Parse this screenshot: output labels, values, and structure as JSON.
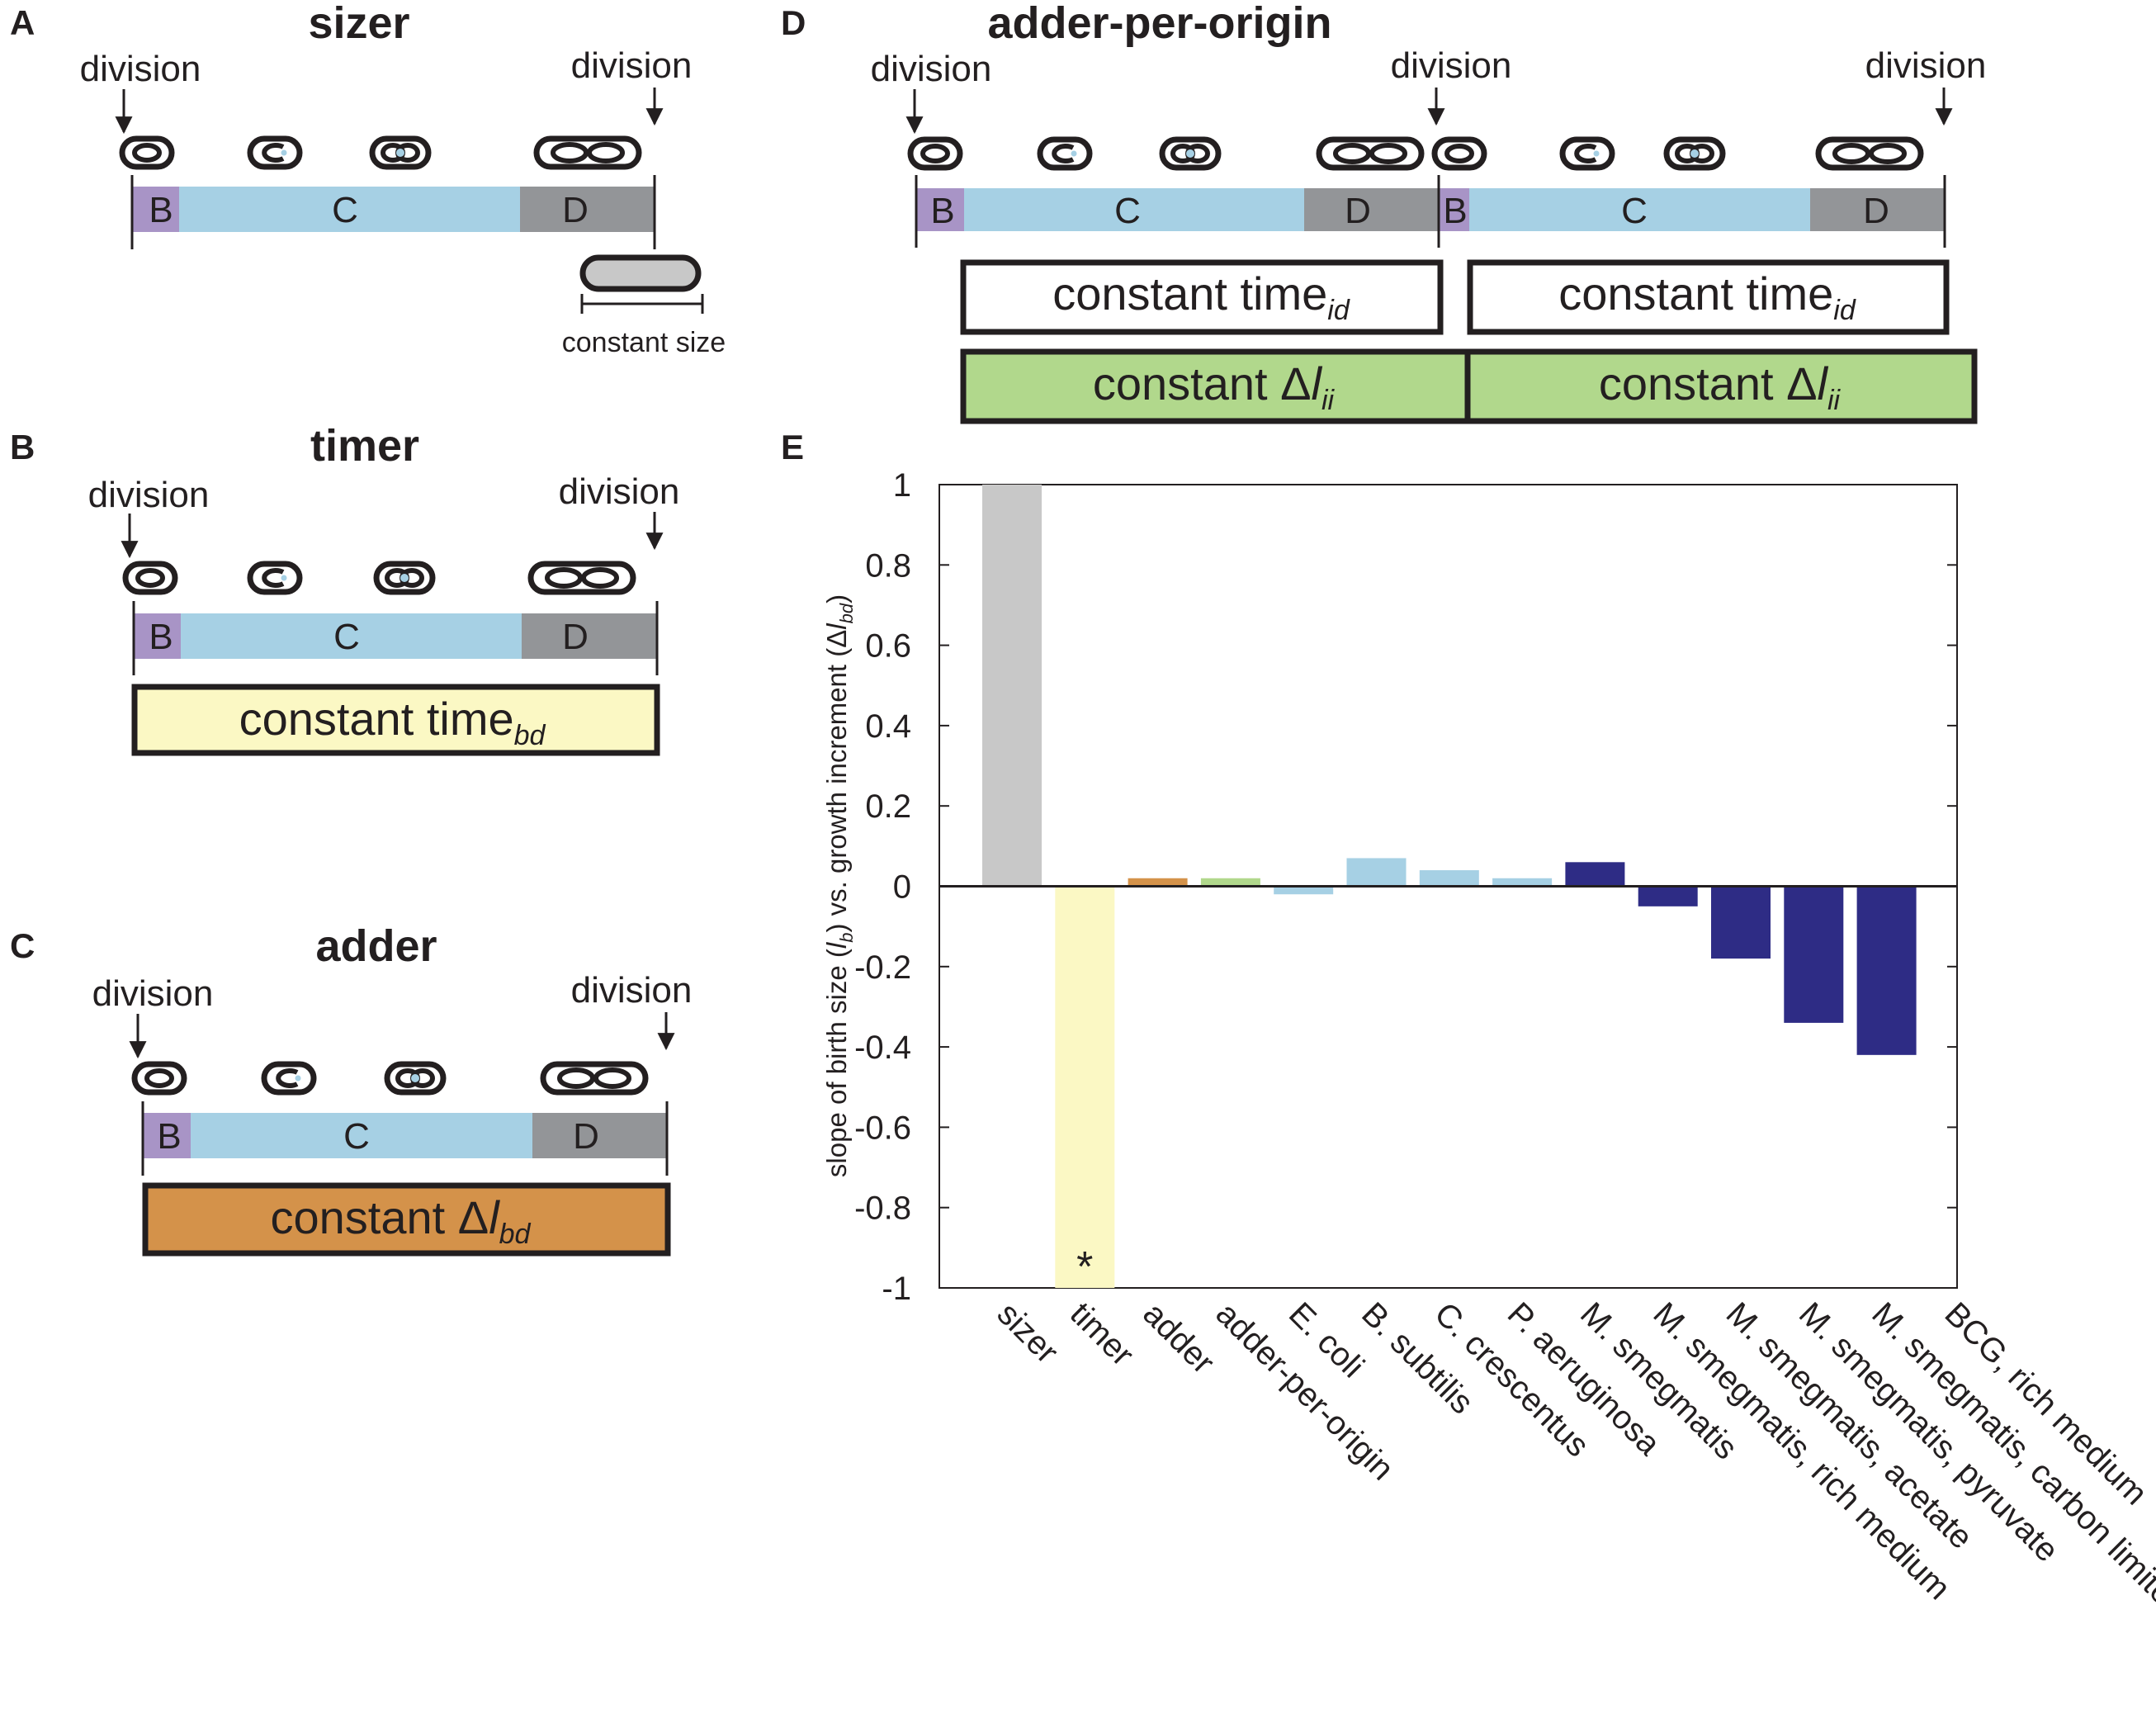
{
  "colors": {
    "B": "#a894c6",
    "C": "#a6d0e4",
    "D": "#939598",
    "timer_box": "#fbf8c4",
    "adder_box": "#d4924a",
    "origin_box": "#b1d88c",
    "sizer_bar": "#c8c8c8",
    "species_light": "#a6d0e4",
    "mycobacteria_dark": "#2e2c85",
    "outline": "#231f20"
  },
  "panels": {
    "A": {
      "letter": "A",
      "title": "sizer",
      "division_left": "division",
      "division_right": "division",
      "phase_B": "B",
      "phase_C": "C",
      "phase_D": "D",
      "caption": "constant size"
    },
    "B": {
      "letter": "B",
      "title": "timer",
      "division_left": "division",
      "division_right": "division",
      "phase_B": "B",
      "phase_C": "C",
      "phase_D": "D",
      "box_main": "constant time",
      "box_sub": "bd"
    },
    "C": {
      "letter": "C",
      "title": "adder",
      "division_left": "division",
      "division_right": "division",
      "phase_B": "B",
      "phase_C": "C",
      "phase_D": "D",
      "box_main": "constant Δ",
      "box_var": "l",
      "box_sub": "bd"
    },
    "D": {
      "letter": "D",
      "title": "adder-per-origin",
      "division_left": "division",
      "division_mid": "division",
      "division_right": "division",
      "phase_B": "B",
      "phase_C": "C",
      "phase_D": "D",
      "time_main": "constant time",
      "time_sub": "id",
      "delta_main": "constant Δ",
      "delta_var": "l",
      "delta_sub": "ii"
    },
    "E": {
      "letter": "E",
      "asterisk": "*"
    }
  },
  "chart_data": {
    "type": "bar",
    "ylabel_pre": "slope of  birth size (",
    "ylabel_var1": "l",
    "ylabel_sub1": "b",
    "ylabel_mid": ") vs. growth increment (Δ",
    "ylabel_var2": "l",
    "ylabel_sub2": "bd",
    "ylabel_post": ")",
    "ylim": [
      -1,
      1
    ],
    "yticks": [
      1,
      0.8,
      0.6,
      0.4,
      0.2,
      0,
      -0.2,
      -0.4,
      -0.6,
      -0.8,
      -1
    ],
    "ytick_labels": [
      "1",
      "0.8",
      "0.6",
      "0.4",
      "0.2",
      "0",
      "-0.2",
      "-0.4",
      "-0.6",
      "-0.8",
      "-1"
    ],
    "categories": [
      "sizer",
      "timer",
      "adder",
      "adder-per-origin",
      "E. coli",
      "B. subtilis",
      "C. crescentus",
      "P. aeruginosa",
      "M. smegmatis",
      "M. smegmatis, rich medium",
      "M. smegmatis, acetate",
      "M. smegmatis, pyruvate",
      "M. smegmatis, carbon limited",
      "BCG, rich medium"
    ],
    "values": [
      1.0,
      -1.0,
      0.02,
      0.02,
      -0.02,
      0.07,
      0.04,
      0.02,
      0.06,
      -0.05,
      -0.18,
      -0.34,
      -0.42,
      null
    ],
    "bar_colors": [
      "#c8c8c8",
      "#fbf8c4",
      "#d4924a",
      "#b1d88c",
      "#a6d0e4",
      "#a6d0e4",
      "#a6d0e4",
      "#a6d0e4",
      "#2e2c85",
      "#2e2c85",
      "#2e2c85",
      "#2e2c85",
      "#2e2c85",
      null
    ],
    "grid": false
  }
}
